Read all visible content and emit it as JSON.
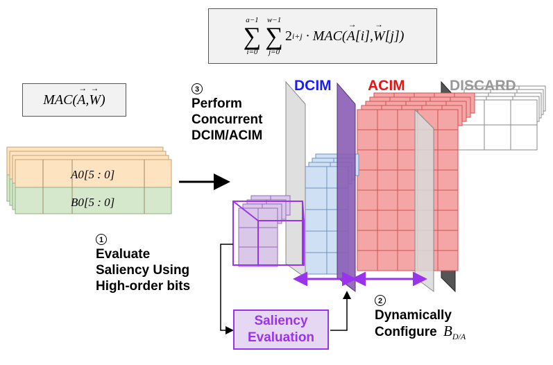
{
  "formula": {
    "sum1_upper": "a−1",
    "sum1_lower": "i=0",
    "sum2_upper": "w−1",
    "sum2_lower": "j=0",
    "base": "2",
    "exponent": "i+j",
    "op": "· MAC(",
    "arg_a": "A",
    "idx_a": "[i]",
    "sep": ", ",
    "arg_w": "W",
    "idx_w": "[j])"
  },
  "mac_box": {
    "prefix": "MAC(",
    "a": "A",
    "sep": ",",
    "w": "W",
    "suffix": ")"
  },
  "stack_labels": {
    "a0": "A0[5 : 0]",
    "b0": "B0[5 : 0]"
  },
  "step3": {
    "number": "3",
    "lines": [
      "Perform",
      "Concurrent",
      "DCIM/ACIM"
    ]
  },
  "step1": {
    "number": "1",
    "lines": [
      "Evaluate",
      "Saliency Using",
      "High-order bits"
    ]
  },
  "step2": {
    "number": "2",
    "lines": [
      "Dynamically",
      "Configure"
    ],
    "symbol": "B",
    "subscript": "D/A"
  },
  "region_labels": {
    "dcim": "DCIM",
    "acim": "ACIM",
    "discard": "DISCARD"
  },
  "saliency_box": {
    "lines": [
      "Saliency",
      "Evaluation"
    ]
  },
  "colors": {
    "dcim": "#1a1aff",
    "acim": "#ee1111",
    "discard": "#999999",
    "saliency": "#9933ee",
    "blue_fill": "#cfe0f5",
    "red_fill": "#f4a6a6",
    "orange_fill": "#fde3c0",
    "green_fill": "#d5e8cc",
    "purple_fill": "#d9c8e8"
  }
}
